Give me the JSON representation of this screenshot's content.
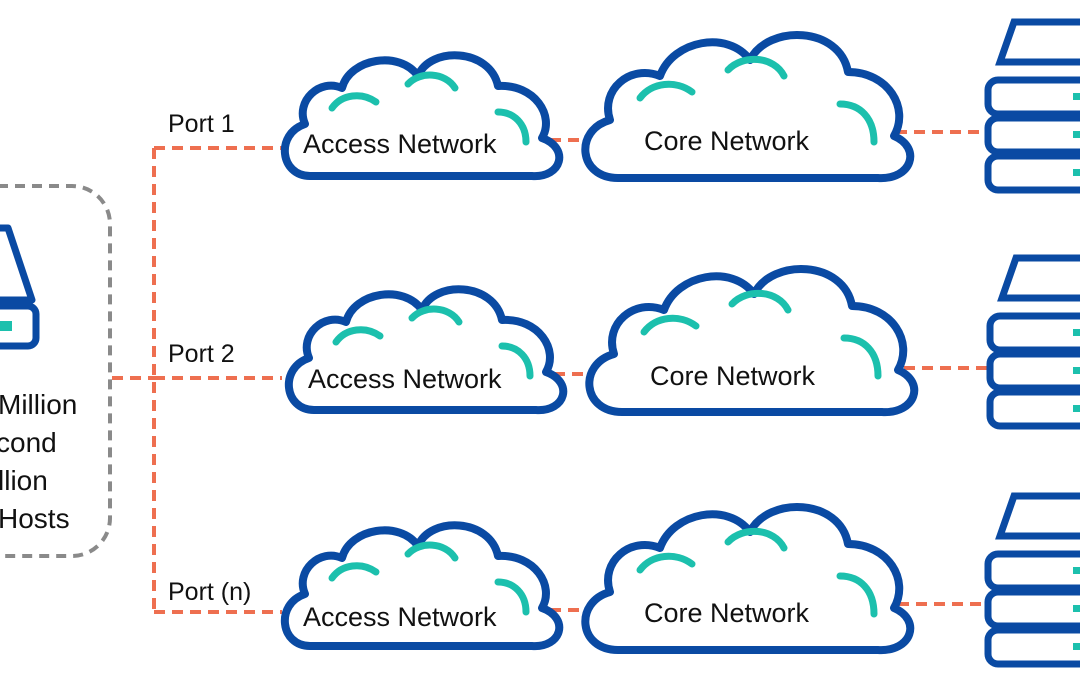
{
  "host": {
    "lines": [
      "Million",
      "cond",
      "llion",
      "Hosts"
    ]
  },
  "ports": [
    {
      "label": "Port 1",
      "access_label": "Access Network",
      "core_label": "Core Network"
    },
    {
      "label": "Port 2",
      "access_label": "Access Network",
      "core_label": "Core Network"
    },
    {
      "label": "Port (n)",
      "access_label": "Access Network",
      "core_label": "Core Network"
    }
  ],
  "colors": {
    "cloud_outline": "#0a4aa3",
    "cloud_accent": "#1cc0ad",
    "link": "#ee6f50",
    "host_box": "#8a8a8a"
  },
  "icons": {
    "host": "host-device-icon",
    "cloud": "cloud-icon",
    "server": "server-stack-icon"
  }
}
